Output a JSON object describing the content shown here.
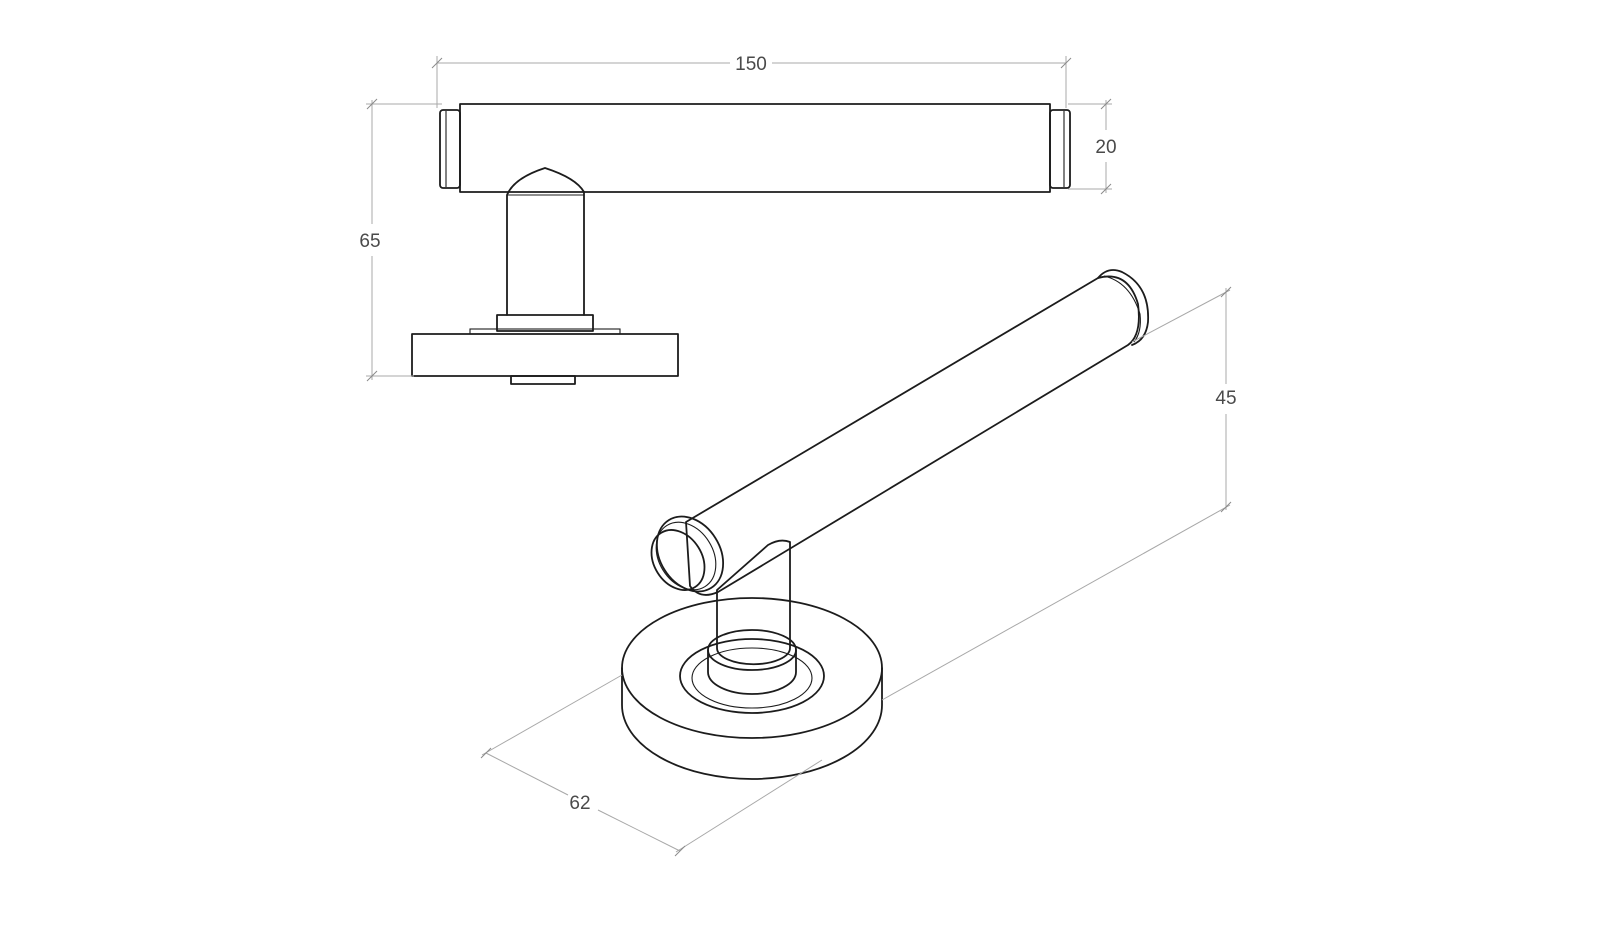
{
  "dimensions": {
    "length": "150",
    "lever_diameter": "20",
    "total_projection": "65",
    "height_iso": "45",
    "rose_diameter": "62"
  },
  "colors": {
    "outline": "#1c1c1c",
    "dimension_line": "#a8a8a8",
    "dimension_text": "#4a4a4a",
    "background": "#ffffff"
  }
}
